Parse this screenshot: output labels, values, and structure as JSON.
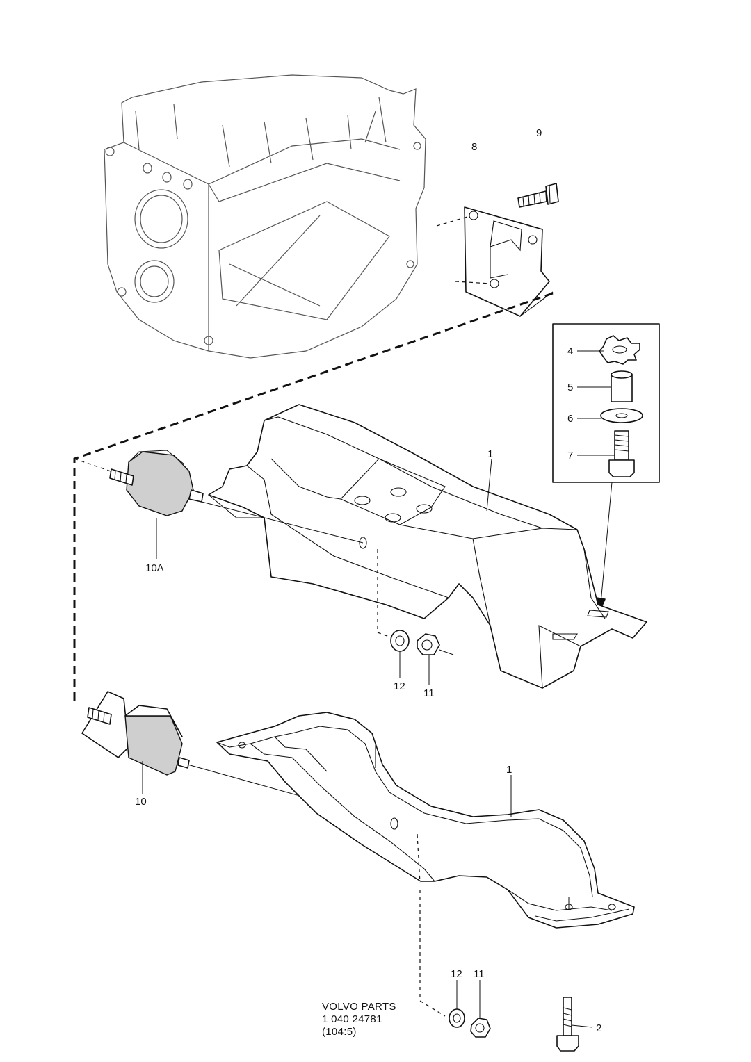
{
  "callouts": {
    "c1_top": "1",
    "c1_bottom": "1",
    "c2": "2",
    "c4": "4",
    "c5": "5",
    "c6": "6",
    "c7": "7",
    "c8": "8",
    "c9": "9",
    "c10": "10",
    "c10a": "10A",
    "c11_top": "11",
    "c11_bottom": "11",
    "c12_top": "12",
    "c12_bottom": "12"
  },
  "caption": {
    "line1": "VOLVO PARTS",
    "line2": "1 040 24781",
    "line3": "(104:5)"
  }
}
